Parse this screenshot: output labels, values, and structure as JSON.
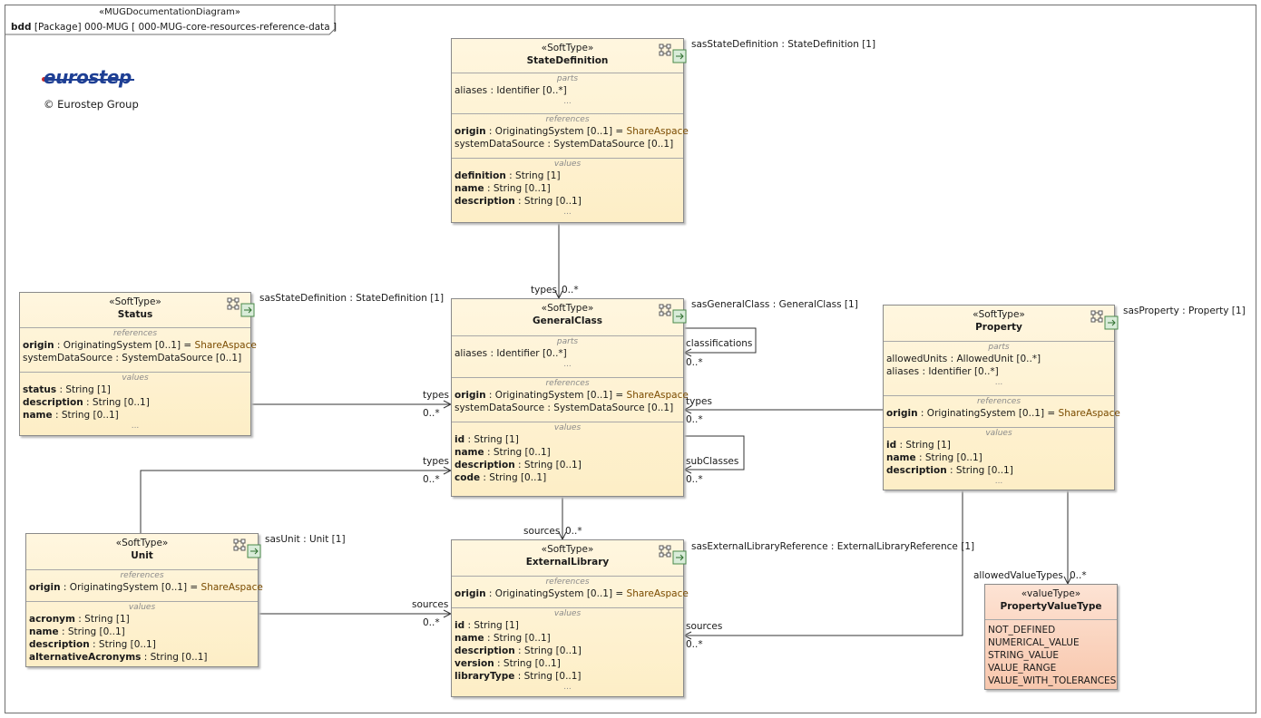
{
  "frame": {
    "stereotype": "«MUGDocumentationDiagram»",
    "kind": "bdd",
    "name": "[Package] 000-MUG [ 000-MUG-core-resources-reference-data ]"
  },
  "logo": {
    "text": "eurostep",
    "copyright": "© Eurostep Group"
  },
  "colors": {
    "block_fill": "#fdeec6",
    "valuetype_fill": "#f8c7ad",
    "value_text": "#7a4b00",
    "logo_blue": "#1e3f94",
    "logo_red": "#c62828"
  },
  "blocks": {
    "statedef": {
      "stereotype": "«SoftType»",
      "name": "StateDefinition",
      "parts_cap": "parts",
      "references_cap": "references",
      "values_cap": "values",
      "dots": "...",
      "aliases_name": "aliases",
      "aliases_type": " : Identifier [0..*]",
      "origin_name": "origin",
      "origin_type": " : OriginatingSystem [0..1] = ",
      "origin_val": "ShareAspace",
      "sds_name": "systemDataSource",
      "sds_type": " : SystemDataSource [0..1]",
      "v1_name": "definition",
      "v1_type": " : String [1]",
      "v2_name": "name",
      "v2_type": " : String [0..1]",
      "v3_name": "description",
      "v3_type": " : String [0..1]",
      "sas": "sasStateDefinition : StateDefinition [1]"
    },
    "status": {
      "stereotype": "«SoftType»",
      "name": "Status",
      "references_cap": "references",
      "values_cap": "values",
      "dots": "...",
      "origin_name": "origin",
      "origin_type": " : OriginatingSystem [0..1] = ",
      "origin_val": "ShareAspace",
      "sds_name": "systemDataSource",
      "sds_type": " : SystemDataSource [0..1]",
      "v1_name": "status",
      "v1_type": " : String [1]",
      "v2_name": "description",
      "v2_type": " : String [0..1]",
      "v3_name": "name",
      "v3_type": " : String [0..1]",
      "sas": "sasStateDefinition : StateDefinition [1]"
    },
    "generalclass": {
      "stereotype": "«SoftType»",
      "name": "GeneralClass",
      "parts_cap": "parts",
      "references_cap": "references",
      "values_cap": "values",
      "dots": "...",
      "aliases_name": "aliases",
      "aliases_type": " : Identifier [0..*]",
      "origin_name": "origin",
      "origin_type": " : OriginatingSystem [0..1] = ",
      "origin_val": "ShareAspace",
      "sds_name": "systemDataSource",
      "sds_type": " : SystemDataSource [0..1]",
      "v1_name": "id",
      "v1_type": " : String [1]",
      "v2_name": "name",
      "v2_type": " : String [0..1]",
      "v3_name": "description",
      "v3_type": " : String [0..1]",
      "v4_name": "code",
      "v4_type": " : String [0..1]",
      "sas": "sasGeneralClass : GeneralClass [1]"
    },
    "property": {
      "stereotype": "«SoftType»",
      "name": "Property",
      "parts_cap": "parts",
      "references_cap": "references",
      "values_cap": "values",
      "dots": "...",
      "p1_name": "allowedUnits",
      "p1_type": " : AllowedUnit [0..*]",
      "p2_name": "aliases",
      "p2_type": " : Identifier [0..*]",
      "origin_name": "origin",
      "origin_type": " : OriginatingSystem [0..1] = ",
      "origin_val": "ShareAspace",
      "v1_name": "id",
      "v1_type": " : String [1]",
      "v2_name": "name",
      "v2_type": " : String [0..1]",
      "v3_name": "description",
      "v3_type": " : String [0..1]",
      "sas": "sasProperty : Property [1]"
    },
    "unit": {
      "stereotype": "«SoftType»",
      "name": "Unit",
      "references_cap": "references",
      "values_cap": "values",
      "origin_name": "origin",
      "origin_type": " : OriginatingSystem [0..1] = ",
      "origin_val": "ShareAspace",
      "v1_name": "acronym",
      "v1_type": " : String [1]",
      "v2_name": "name",
      "v2_type": " : String [0..1]",
      "v3_name": "description",
      "v3_type": " : String [0..1]",
      "v4_name": "alternativeAcronyms",
      "v4_type": " : String [0..1]",
      "sas": "sasUnit : Unit [1]"
    },
    "extlib": {
      "stereotype": "«SoftType»",
      "name": "ExternalLibrary",
      "references_cap": "references",
      "values_cap": "values",
      "dots": "...",
      "origin_name": "origin",
      "origin_type": " : OriginatingSystem [0..1] = ",
      "origin_val": "ShareAspace",
      "v1_name": "id",
      "v1_type": " : String [1]",
      "v2_name": "name",
      "v2_type": " : String [0..1]",
      "v3_name": "description",
      "v3_type": " : String [0..1]",
      "v4_name": "version",
      "v4_type": " : String [0..1]",
      "v5_name": "libraryType",
      "v5_type": " : String [0..1]",
      "sas": "sasExternalLibraryReference : ExternalLibraryReference [1]"
    },
    "pvt": {
      "stereotype": "«valueType»",
      "name": "PropertyValueType",
      "literals": [
        "NOT_DEFINED",
        "NUMERICAL_VALUE",
        "STRING_VALUE",
        "VALUE_RANGE",
        "VALUE_WITH_TOLERANCES"
      ]
    }
  },
  "edges": {
    "sd_gc_role": "types",
    "sd_gc_mult": "0..*",
    "st_gc_role": "types",
    "st_gc_mult": "0..*",
    "un_gc_role": "types",
    "un_gc_mult": "0..*",
    "gc_cls_role": "classifications",
    "gc_cls_mult": "0..*",
    "pr_gc_role": "types",
    "pr_gc_mult": "0..*",
    "gc_sub_role": "subClasses",
    "gc_sub_mult": "0..*",
    "gc_el_role": "sources",
    "gc_el_mult": "0..*",
    "un_el_role": "sources",
    "un_el_mult": "0..*",
    "pr_el_role": "sources",
    "pr_el_mult": "0..*",
    "pr_pvt_role": "allowedValueTypes",
    "pr_pvt_mult": "0..*"
  }
}
